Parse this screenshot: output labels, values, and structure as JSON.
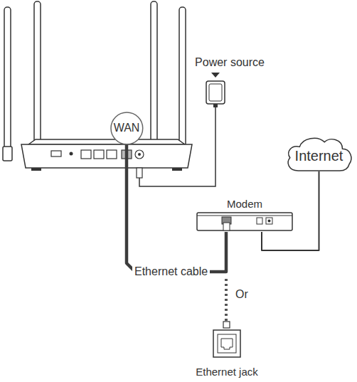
{
  "diagram": {
    "nodes": [
      {
        "text": [
          "Power source"
        ]
      },
      {
        "text": [
          "WAN"
        ]
      },
      {
        "text": [
          "Internet"
        ]
      },
      {
        "text": [
          "Modem"
        ]
      },
      {
        "text": [
          "Ethernet jack"
        ]
      }
    ],
    "edges": [
      {
        "from": 3,
        "to": 2,
        "arrow": "none"
      },
      {
        "from": 1,
        "to": 3,
        "label": "Ethernet cable",
        "arrow": "none"
      }
    ],
    "labels": [
      "Or"
    ]
  }
}
